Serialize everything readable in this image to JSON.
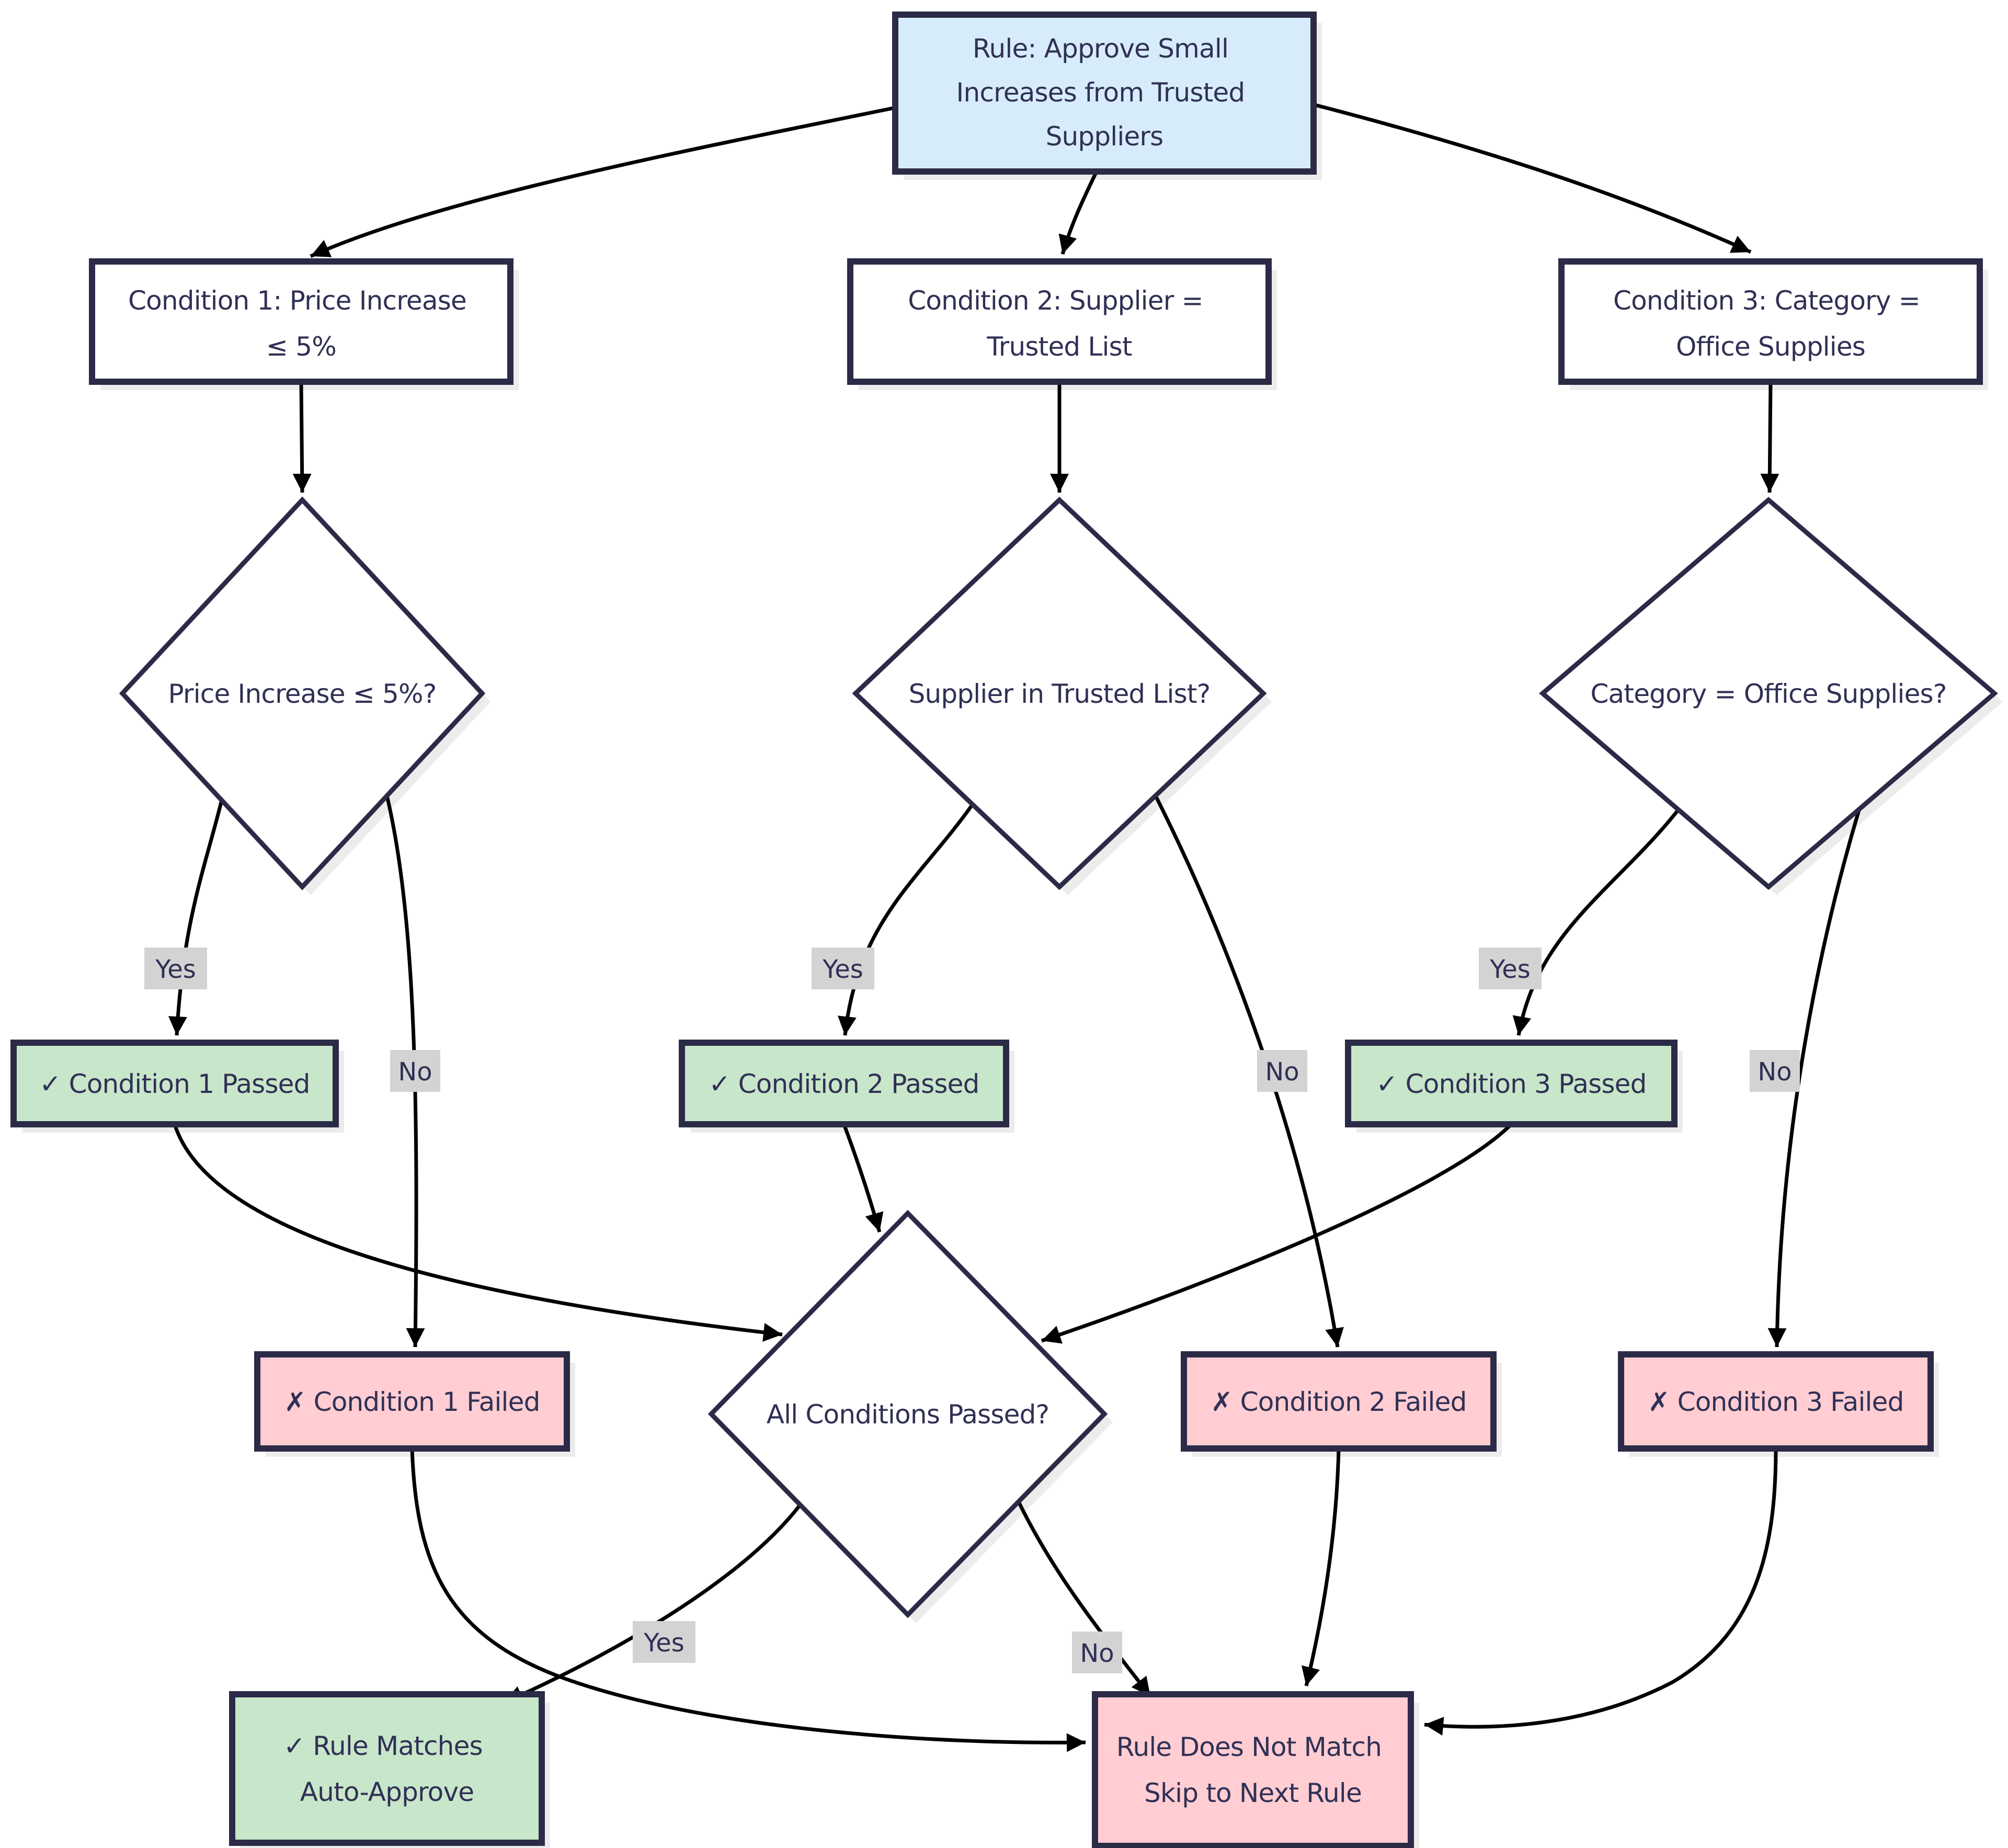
{
  "nodes": {
    "root": {
      "lines": [
        "Rule: Approve Small",
        "Increases from Trusted",
        "Suppliers"
      ]
    },
    "cond1": {
      "lines": [
        "Condition 1: Price Increase",
        "≤ 5%"
      ]
    },
    "cond2": {
      "lines": [
        "Condition 2: Supplier =",
        "Trusted List"
      ]
    },
    "cond3": {
      "lines": [
        "Condition 3: Category =",
        "Office Supplies"
      ]
    },
    "check1": {
      "label": "Price Increase ≤ 5%?"
    },
    "check2": {
      "label": "Supplier in Trusted List?"
    },
    "check3": {
      "label": "Category = Office Supplies?"
    },
    "pass1": {
      "label": "✓ Condition 1 Passed"
    },
    "pass2": {
      "label": "✓ Condition 2 Passed"
    },
    "pass3": {
      "label": "✓ Condition 3 Passed"
    },
    "fail1": {
      "label": "✗ Condition 1 Failed"
    },
    "fail2": {
      "label": "✗ Condition 2 Failed"
    },
    "fail3": {
      "label": "✗ Condition 3 Failed"
    },
    "allcheck": {
      "label": "All Conditions Passed?"
    },
    "match": {
      "lines": [
        "✓ Rule Matches",
        "Auto-Approve"
      ]
    },
    "nomatch": {
      "lines": [
        "Rule Does Not Match",
        "Skip to Next Rule"
      ]
    }
  },
  "edge_labels": {
    "yes": "Yes",
    "no": "No"
  },
  "colors": {
    "root_fill": "#d7ecfa",
    "condition_fill": "#ffffff",
    "decision_fill": "#ffffff",
    "pass_fill": "#c8e6c9",
    "fail_fill": "#ffcdd2",
    "border": "#2b2b47",
    "text": "#303055",
    "edge": "#000000",
    "edge_label_bg": "#d3d3d3"
  }
}
